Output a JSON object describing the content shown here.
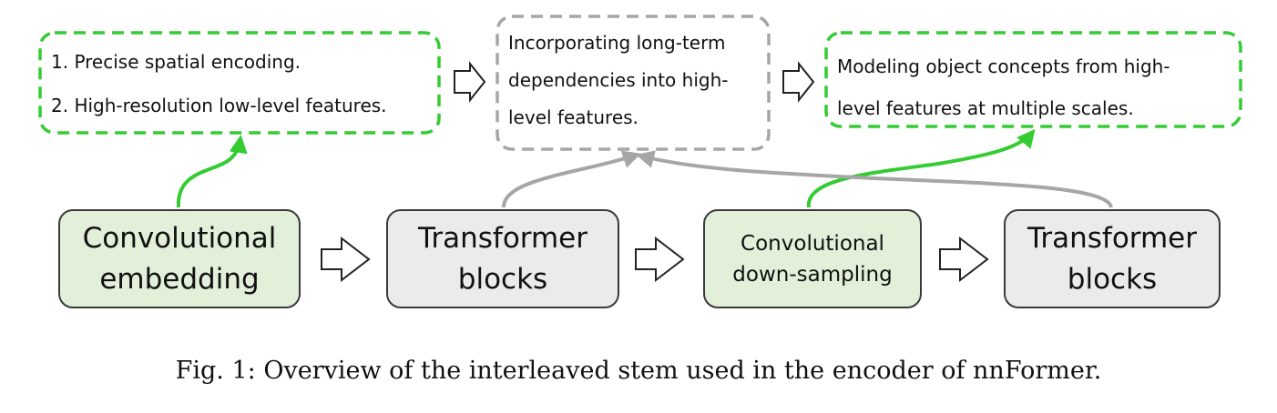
{
  "top_boxes": {
    "left": {
      "lines": [
        "1. Precise spatial encoding.",
        "2. High-resolution low-level features."
      ],
      "border_color": "#33cc33"
    },
    "middle": {
      "lines": [
        "Incorporating long-term",
        "dependencies into high-",
        "level features."
      ],
      "border_color": "#a6a6a6"
    },
    "right": {
      "lines": [
        "Modeling object concepts from high-",
        "level features at multiple scales."
      ],
      "border_color": "#33cc33"
    }
  },
  "blocks": [
    {
      "lines": [
        "Convolutional",
        "embedding"
      ],
      "kind": "convolutional"
    },
    {
      "lines": [
        "Transformer",
        "blocks"
      ],
      "kind": "transformer"
    },
    {
      "lines": [
        "Convolutional",
        "down-sampling"
      ],
      "kind": "convolutional"
    },
    {
      "lines": [
        "Transformer",
        "blocks"
      ],
      "kind": "transformer"
    }
  ],
  "colors": {
    "convolutional_fill": "#e2efd9",
    "transformer_fill": "#ebebeb",
    "green_connector": "#33cc33",
    "gray_connector": "#a6a6a6"
  },
  "caption": "Fig. 1: Overview of the interleaved stem used in the encoder of nnFormer."
}
